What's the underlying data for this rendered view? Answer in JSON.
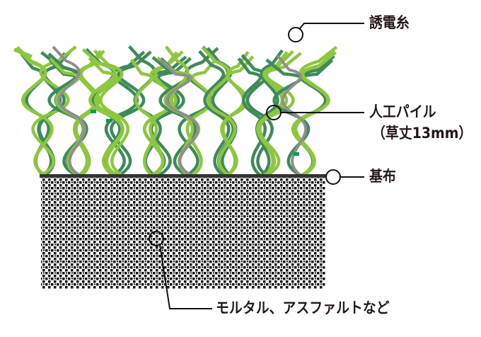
{
  "labels": {
    "conductive_yarn": "誘電糸",
    "artificial_pile": "人工パイル",
    "pile_height": "（草丈13mm）",
    "base_fabric": "基布",
    "substrate": "モルタル、アスファルトなど"
  },
  "colors": {
    "light_green": "#8dc63f",
    "dark_green": "#3f8a5a",
    "conductive_gray": "#8e8e8e",
    "accent_green": "#009a5a",
    "backing": "#231815"
  }
}
